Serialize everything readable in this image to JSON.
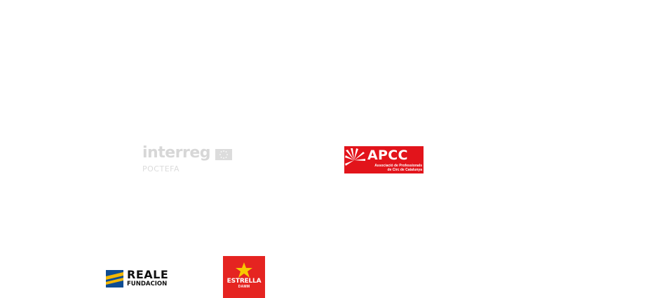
{
  "logos": {
    "interreg": {
      "word": "interreg",
      "sub": "POCTEFA",
      "eu_flag_icon": "eu-flag-icon"
    },
    "apcc": {
      "acronym": "APCC",
      "line1": "Associació de Professionals",
      "line2": "de Circ de Catalunya",
      "color": "#e2141b"
    },
    "reale": {
      "line1": "REALE",
      "line2": "FUNDACION",
      "accent": "#0e4c92"
    },
    "estrella": {
      "name": "ESTRELLA",
      "sub": "DAMM",
      "color": "#e52421",
      "star_color": "#f7c800"
    }
  }
}
